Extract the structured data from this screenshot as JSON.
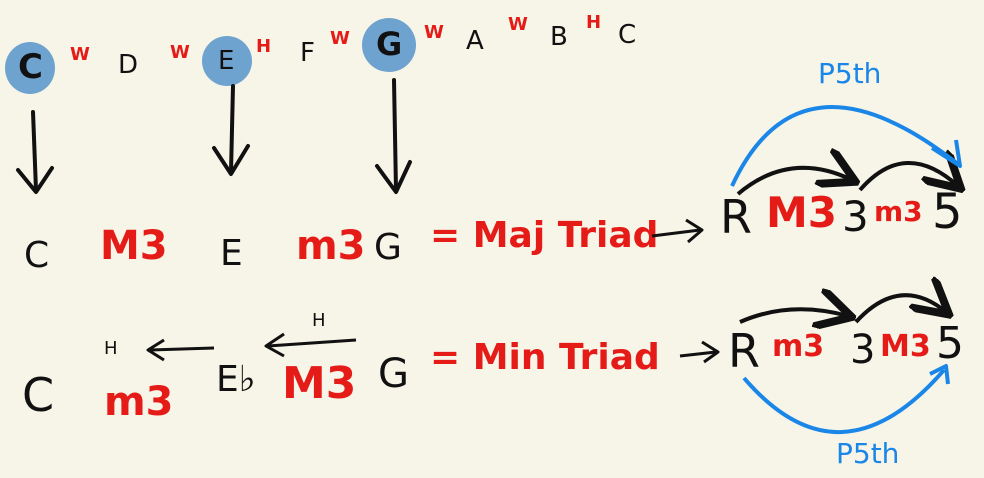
{
  "scale": {
    "notes": [
      "C",
      "D",
      "E",
      "F",
      "G",
      "A",
      "B",
      "C"
    ],
    "steps": [
      "W",
      "W",
      "H",
      "W",
      "W",
      "W",
      "H"
    ],
    "highlighted": [
      "C",
      "E",
      "G"
    ]
  },
  "major_row": {
    "root": "C",
    "interval_1": "M3",
    "third": "E",
    "interval_2": "m3",
    "fifth": "G",
    "label": "= Maj Triad",
    "formula_root": "R",
    "formula_interval_1": "M3",
    "formula_third": "3",
    "formula_interval_2": "m3",
    "formula_fifth": "5",
    "span_label": "P5th"
  },
  "minor_row": {
    "root": "C",
    "half_step_left": "H",
    "interval_1": "m3",
    "third": "E♭",
    "half_step_right": "H",
    "interval_2": "M3",
    "fifth": "G",
    "label": "= Min Triad",
    "formula_root": "R",
    "formula_interval_1": "m3",
    "formula_third": "3",
    "formula_interval_2": "M3",
    "formula_fifth": "5",
    "span_label": "P5th"
  },
  "colors": {
    "background": "#f7f4e8",
    "ink": "#111111",
    "interval_red": "#e41b17",
    "highlight_blue": "#6fa3cf",
    "arc_blue": "#1a86e8"
  }
}
